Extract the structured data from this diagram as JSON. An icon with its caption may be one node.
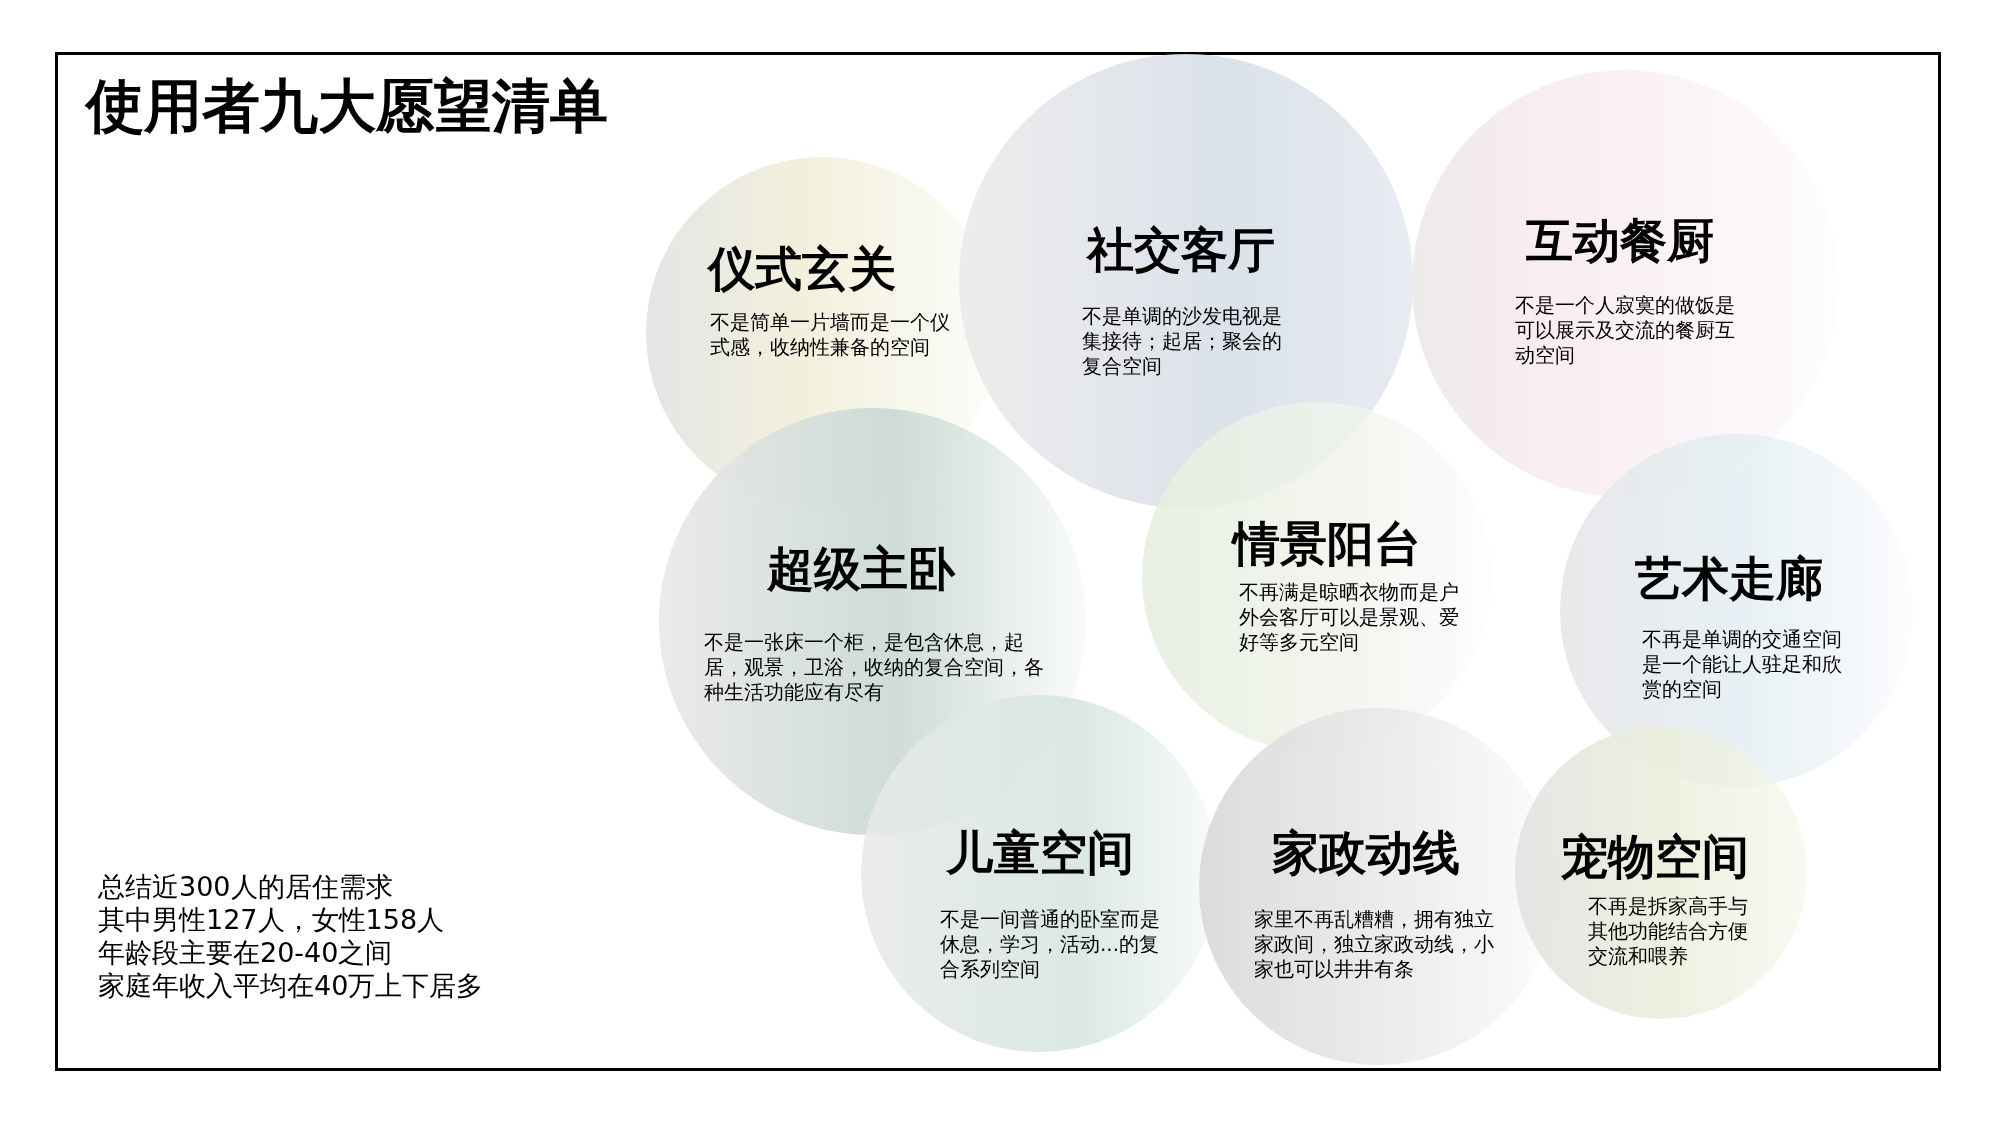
{
  "diagram": {
    "title": "使用者九大愿望清单",
    "nodes": [
      {
        "text": [
          "仪式玄关",
          "不是简单一片墙而是一个仪式感，收纳性兼备的空间"
        ]
      },
      {
        "text": [
          "社交客厅",
          "不是单调的沙发电视是集接待；起居；聚会的复合空间"
        ]
      },
      {
        "text": [
          "互动餐厨",
          "不是一个人寂寞的做饭是可以展示及交流的餐厨互动空间"
        ]
      },
      {
        "text": [
          "超级主卧",
          "不是一张床一个柜，是包含休息，起居，观景，卫浴，收纳的复合空间，各种生活功能应有尽有"
        ]
      },
      {
        "text": [
          "情景阳台",
          "不再满是晾晒衣物而是户外会客厅可以是景观、爱好等多元空间"
        ]
      },
      {
        "text": [
          "艺术走廊",
          "不再是单调的交通空间是一个能让人驻足和欣赏的空间"
        ]
      },
      {
        "text": [
          "儿童空间",
          "不是一间普通的卧室而是休息，学习，活动...的复合系列空间"
        ]
      },
      {
        "text": [
          "家政动线",
          "家里不再乱糟糟，拥有独立家政间，独立家政动线，小家也可以井井有条"
        ]
      },
      {
        "text": [
          "宠物空间",
          "不再是拆家高手与其他功能结合方便交流和喂养"
        ]
      }
    ],
    "labels": [
      "总结近300人的居住需求",
      "其中男性127人，女性158人",
      "年龄段主要在20-40之间",
      "家庭年收入平均在40万上下居多"
    ]
  }
}
